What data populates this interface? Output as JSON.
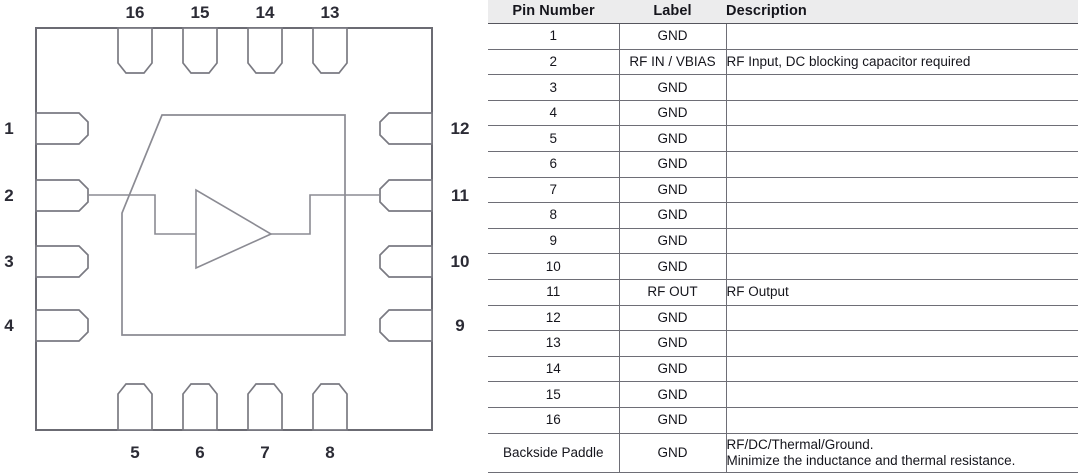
{
  "diagram": {
    "name": "qfn-16-package-pinout",
    "top_pins": [
      "16",
      "15",
      "14",
      "13"
    ],
    "left_pins": [
      "1",
      "2",
      "3",
      "4"
    ],
    "right_pins": [
      "12",
      "11",
      "10",
      "9"
    ],
    "bottom_pins": [
      "5",
      "6",
      "7",
      "8"
    ],
    "symbol": "amplifier-triangle",
    "colors": {
      "outline": "#6b6b73",
      "pad": "#7a7a82",
      "trace": "#8b8b93",
      "label": "#2b2b35",
      "background": "#ffffff"
    }
  },
  "table": {
    "name": "pin-description-table",
    "headers": {
      "pin_number": "Pin Number",
      "label": "Label",
      "description": "Description"
    },
    "rows": [
      {
        "pin": "1",
        "label": "GND",
        "description": ""
      },
      {
        "pin": "2",
        "label": "RF IN / VBIAS",
        "description": "RF Input, DC blocking capacitor required"
      },
      {
        "pin": "3",
        "label": "GND",
        "description": ""
      },
      {
        "pin": "4",
        "label": "GND",
        "description": ""
      },
      {
        "pin": "5",
        "label": "GND",
        "description": ""
      },
      {
        "pin": "6",
        "label": "GND",
        "description": ""
      },
      {
        "pin": "7",
        "label": "GND",
        "description": ""
      },
      {
        "pin": "8",
        "label": "GND",
        "description": ""
      },
      {
        "pin": "9",
        "label": "GND",
        "description": ""
      },
      {
        "pin": "10",
        "label": "GND",
        "description": ""
      },
      {
        "pin": "11",
        "label": "RF OUT",
        "description": "RF Output"
      },
      {
        "pin": "12",
        "label": "GND",
        "description": ""
      },
      {
        "pin": "13",
        "label": "GND",
        "description": ""
      },
      {
        "pin": "14",
        "label": "GND",
        "description": ""
      },
      {
        "pin": "15",
        "label": "GND",
        "description": ""
      },
      {
        "pin": "16",
        "label": "GND",
        "description": ""
      }
    ],
    "paddle_row": {
      "pin": "Backside Paddle",
      "label": "GND",
      "description_line1": "RF/DC/Thermal/Ground.",
      "description_line2": "Minimize the inductance and thermal resistance."
    },
    "colors": {
      "header_background": "#ececed",
      "border": "#6e6e76",
      "text": "#15151c"
    }
  }
}
